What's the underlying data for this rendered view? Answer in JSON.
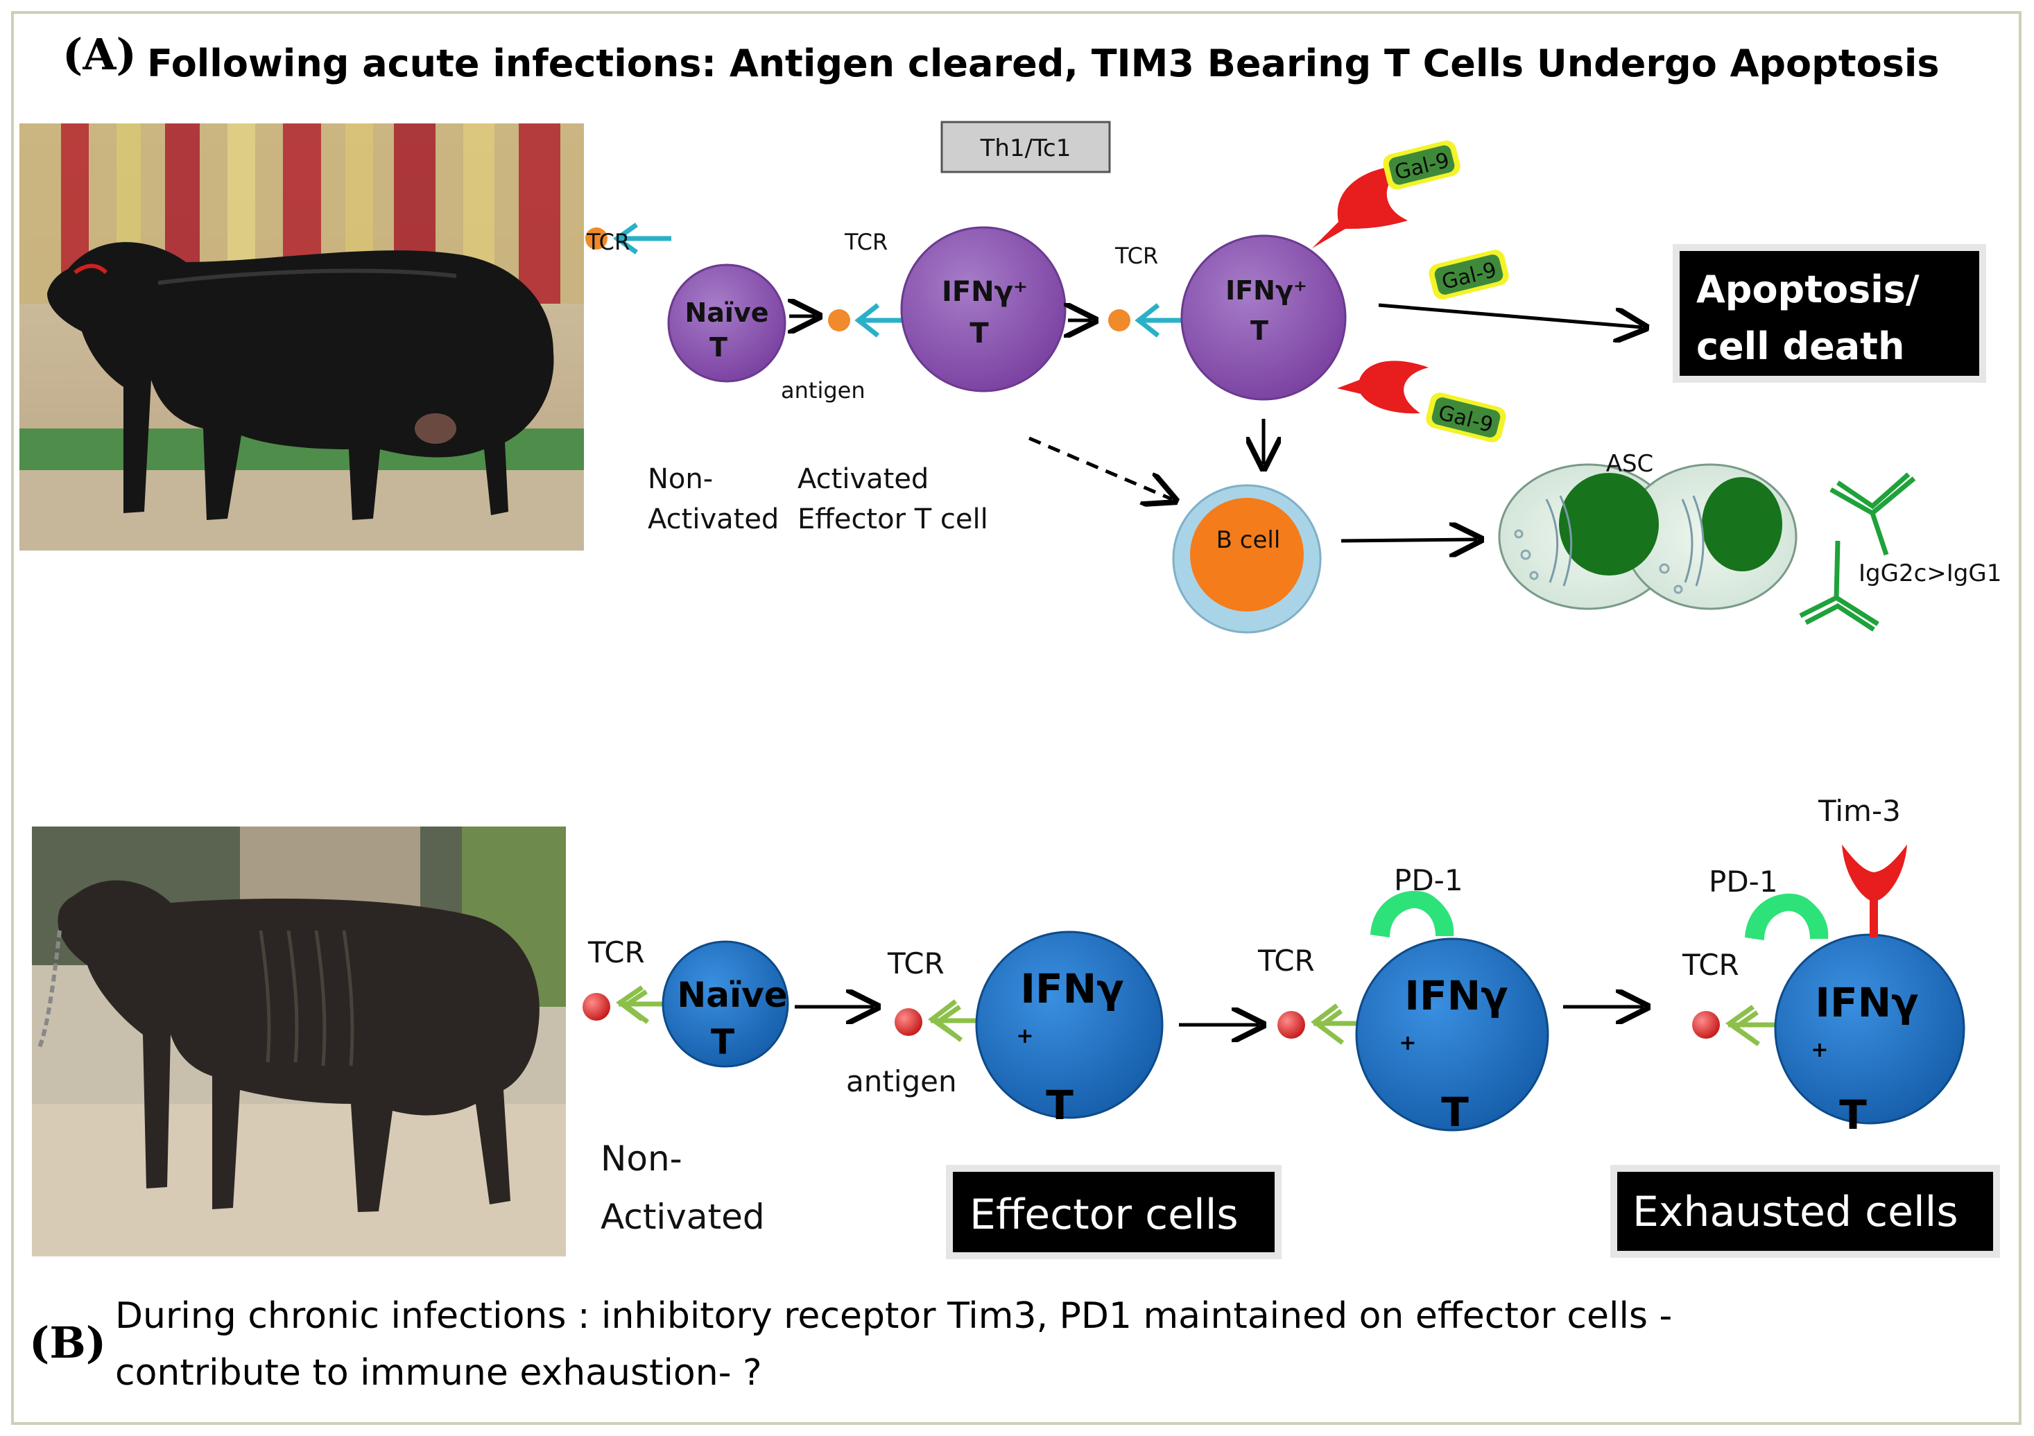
{
  "panel_a": {
    "letter": "(A)",
    "heading": "Following acute infections: Antigen cleared, TIM3 Bearing T Cells Undergo Apoptosis",
    "th_label": "Th1/Tc1",
    "tcr_label": "TCR",
    "antigen_label": "antigen",
    "naive_cell": {
      "line1": "Naïve",
      "line2": "T"
    },
    "ifn_cell": {
      "line1": "IFNγ⁺",
      "line2": "T"
    },
    "gal9_label": "Gal-9",
    "apoptosis_box": {
      "line1": "Apoptosis/",
      "line2": "cell death"
    },
    "non_activated": {
      "line1": "Non-",
      "line2": "Activated"
    },
    "activated_effector": {
      "line1": "Activated",
      "line2": "Effector T cell"
    },
    "b_cell_label": "B cell",
    "asc_label": "ASC",
    "igg_label": "IgG2c>IgG1",
    "colors": {
      "cell": "#8c52b0",
      "receptor": "#2ab0c8",
      "antigen": "#f08a2a",
      "tim3": "#e81d1d",
      "gal9": "#3f8a3a",
      "gal9_glow": "#f3f32a",
      "bcell": "#f47c1b",
      "bcell_halo": "#a9d4e8",
      "antibody": "#1fa23a",
      "nucleus": "#17731c"
    }
  },
  "panel_b": {
    "letter": "(B)",
    "heading_line1": "During chronic infections : inhibitory receptor Tim3, PD1 maintained on  effector cells -",
    "heading_line2": "contribute to immune exhaustion- ?",
    "tcr_label": "TCR",
    "antigen_label": "antigen",
    "naive_cell": {
      "line1": "Naïve",
      "line2": "T"
    },
    "ifn_cell": {
      "line1": "IFNγ",
      "plus": "+",
      "line2": "T"
    },
    "pd1_label": "PD-1",
    "tim3_label": "Tim-3",
    "non_activated": {
      "line1": "Non-",
      "line2": "Activated"
    },
    "effector_box": "Effector cells",
    "exhausted_box": "Exhausted cells",
    "colors": {
      "cell": "#1a6fc4",
      "receptor": "#8cc04a",
      "antigen": "#e02a2a",
      "pd1": "#2ee27a",
      "tim3": "#e81d1d"
    }
  },
  "photos": {
    "healthy": "healthy-buffalo-photo",
    "emaciated": "emaciated-buffalo-photo"
  }
}
